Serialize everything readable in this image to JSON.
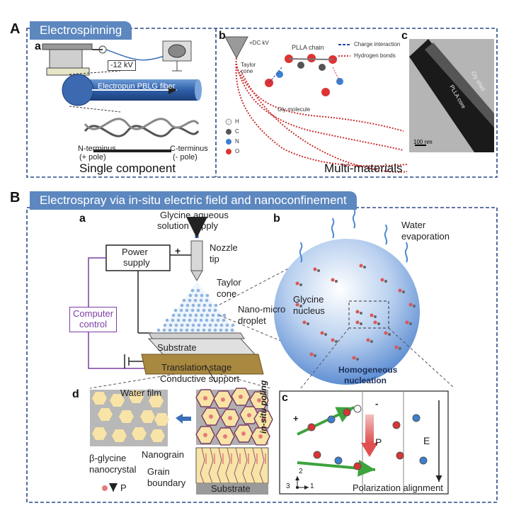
{
  "A": {
    "letter": "A",
    "tab_title": "Electrospinning",
    "a": {
      "letter": "a",
      "voltage": "-12 kV",
      "fiber_label": "Electropun PBLG fiber",
      "n_term": "N-terminus",
      "n_pole": "(+ pole)",
      "c_term": "C-terminus",
      "c_pole": "(- pole)",
      "caption": "Single component"
    },
    "b": {
      "letter": "b",
      "voltage": "+DC kV",
      "taylor": "Taylor",
      "cone": "cone",
      "plla": "PLLA chain",
      "gly": "Gly molecule",
      "legend_charge": "Charge interaction",
      "legend_hbond": "Hydrogen bonds",
      "atoms": [
        "H",
        "C",
        "N",
        "O"
      ],
      "caption": "Multi-materials"
    },
    "c": {
      "letter": "c",
      "gly_shell": "Gly shell",
      "plla_core": "PLLA core",
      "scale": "100 nm"
    }
  },
  "B": {
    "letter": "B",
    "tab_title": "Electrospray via in-situ electric field and nanoconfinement",
    "a": {
      "letter": "a",
      "supply_line1": "Glycine aqueous",
      "supply_line2": "solution supply",
      "power1": "Power",
      "power2": "supply",
      "plus": "+",
      "nozzle1": "Nozzle",
      "nozzle2": "tip",
      "taylor1": "Taylor",
      "taylor2": "cone",
      "computer1": "Computer",
      "computer2": "control",
      "droplet1": "Nano-micro",
      "droplet2": "droplet",
      "substrate": "Substrate",
      "stage": "Translation stage",
      "support": "Conductive support"
    },
    "b": {
      "letter": "b",
      "water1": "Water",
      "water2": "evaporation",
      "nucleus1": "Glycine",
      "nucleus2": "nucleus",
      "homog1": "Homogeneous",
      "homog2": "nucleation"
    },
    "c": {
      "letter": "c",
      "poling": "in-situ poling",
      "P": "P",
      "E": "E",
      "plus": "+",
      "minus": "-",
      "axis2": "2",
      "axis1": "1",
      "axis3": "3",
      "caption": "Polarization alignment"
    },
    "d": {
      "letter": "d",
      "water_film": "Water film",
      "beta1": "β-glycine",
      "beta2": "nanocrystal",
      "P": "P",
      "nanograin": "Nanograin",
      "grain1": "Grain",
      "grain2": "boundary",
      "substrate": "Substrate"
    }
  },
  "colors": {
    "tab": "#5c87bf",
    "dash": "#2a4a86",
    "sphere": "#7fa7df",
    "grain": "#f8e4a6",
    "stage": "#a98840",
    "arrow_red": "#e56a6a",
    "arrow_green": "#3da33d"
  }
}
